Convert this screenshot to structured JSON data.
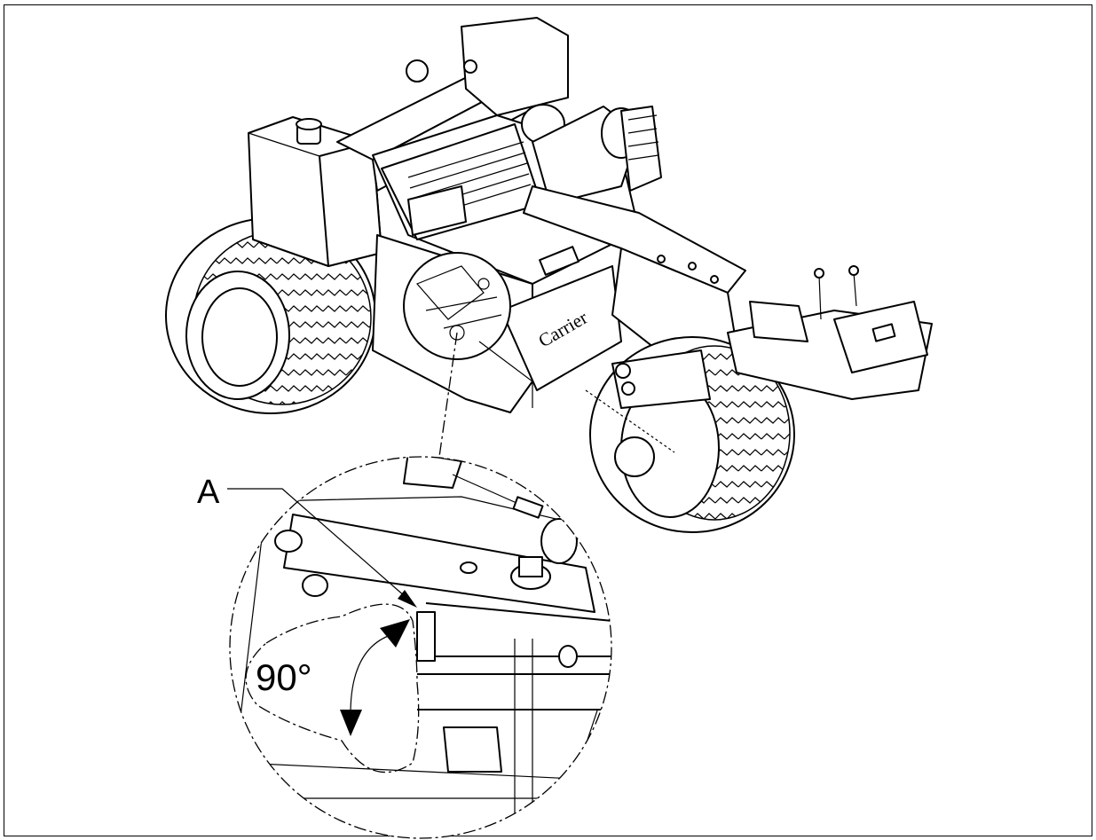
{
  "callouts": {
    "part_a": "A",
    "rotation": "90°"
  },
  "machine": {
    "brand_text": "Carrier"
  }
}
